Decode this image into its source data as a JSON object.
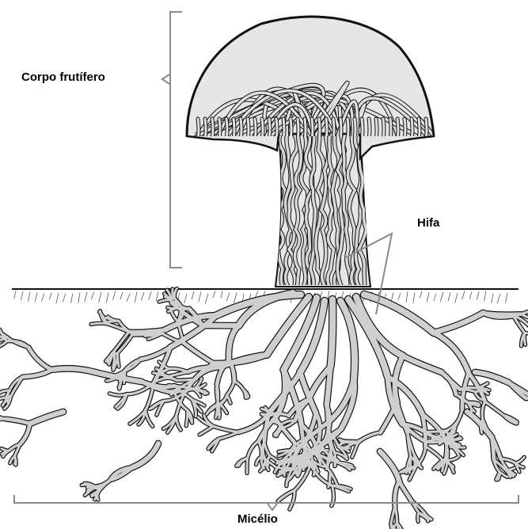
{
  "labels": {
    "fruiting_body": "Corpo frutífero",
    "hypha": "Hifa",
    "mycelium": "Micélio"
  },
  "colors": {
    "hypha_fill": "#cfcfcf",
    "line": "#111111",
    "bracket": "#8a8a8a",
    "background": "#ffffff"
  }
}
